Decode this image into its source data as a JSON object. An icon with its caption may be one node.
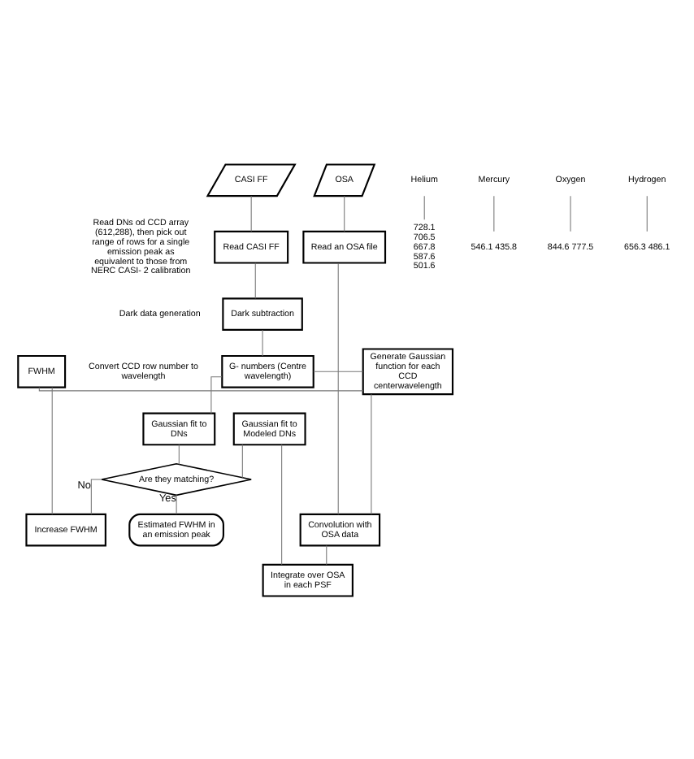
{
  "diagram": {
    "nodes": [
      {
        "text": [
          "CASI FF"
        ]
      },
      {
        "text": [
          "OSA"
        ]
      },
      {
        "text": [
          "Helium"
        ]
      },
      {
        "text": [
          "Mercury"
        ]
      },
      {
        "text": [
          "Oxygen"
        ]
      },
      {
        "text": [
          "Hydrogen"
        ]
      },
      {
        "text": [
          "728.1 706.5 667.8 587.6 501.6"
        ]
      },
      {
        "text": [
          "546.1 435.8"
        ]
      },
      {
        "text": [
          "844.6 777.5"
        ]
      },
      {
        "text": [
          "656.3 486.1"
        ]
      },
      {
        "text": [
          "Read CASI FF"
        ],
        "beside": [
          "Read DNs od CCD array (612,288), then pick out range of rows for a single emission peak as equivalent to those from NERC CASI- 2 calibration"
        ]
      },
      {
        "text": [
          "Read an OSA file"
        ]
      },
      {
        "text": [
          "Dark subtraction"
        ],
        "beside": [
          "Dark data generation"
        ]
      },
      {
        "text": [
          "G- numbers (Centre wavelength)"
        ],
        "beside": [
          "Convert CCD row number to wavelength"
        ]
      },
      {
        "text": [
          "Generate Gaussian function for each CCD centerwavelength"
        ]
      },
      {
        "text": [
          "FWHM"
        ]
      },
      {
        "text": [
          "Convolution with OSA data"
        ]
      },
      {
        "text": [
          "Increase FWHM"
        ]
      },
      {
        "text": [
          "Integrate over OSA in each PSF"
        ]
      },
      {
        "text": [
          "Gaussian fit to DNs"
        ]
      },
      {
        "text": [
          "Gaussian fit to Modeled DNs"
        ]
      },
      {
        "text": [
          "Are they matching?"
        ]
      },
      {
        "text": [
          "Estimated FWHM in an emission peak"
        ]
      }
    ],
    "edges": [
      {
        "from": 0,
        "to": 10,
        "arrow": "none"
      },
      {
        "from": 1,
        "to": 11,
        "arrow": "none"
      },
      {
        "from": 2,
        "to": 6,
        "arrow": "none"
      },
      {
        "from": 3,
        "to": 7,
        "arrow": "none"
      },
      {
        "from": 4,
        "to": 8,
        "arrow": "none"
      },
      {
        "from": 5,
        "to": 9,
        "arrow": "none"
      },
      {
        "from": 10,
        "to": 12,
        "arrow": "none"
      },
      {
        "from": 12,
        "to": 13,
        "arrow": "none"
      },
      {
        "from": 13,
        "to": 14,
        "arrow": "none"
      },
      {
        "from": 15,
        "to": 14,
        "arrow": "none"
      },
      {
        "from": 15,
        "to": 17,
        "arrow": "none"
      },
      {
        "from": 14,
        "to": 16,
        "arrow": "none"
      },
      {
        "from": 11,
        "to": 16,
        "arrow": "none"
      },
      {
        "from": 16,
        "to": 18,
        "arrow": "none"
      },
      {
        "from": 18,
        "to": 20,
        "arrow": "none"
      },
      {
        "from": 13,
        "to": 19,
        "arrow": "none"
      },
      {
        "from": 19,
        "to": 21,
        "arrow": "none"
      },
      {
        "from": 20,
        "to": 21,
        "arrow": "none"
      },
      {
        "from": 21,
        "to": 17,
        "label": "No",
        "arrow": "none"
      },
      {
        "from": 21,
        "to": 22,
        "label": "Yes",
        "arrow": "none"
      }
    ]
  }
}
